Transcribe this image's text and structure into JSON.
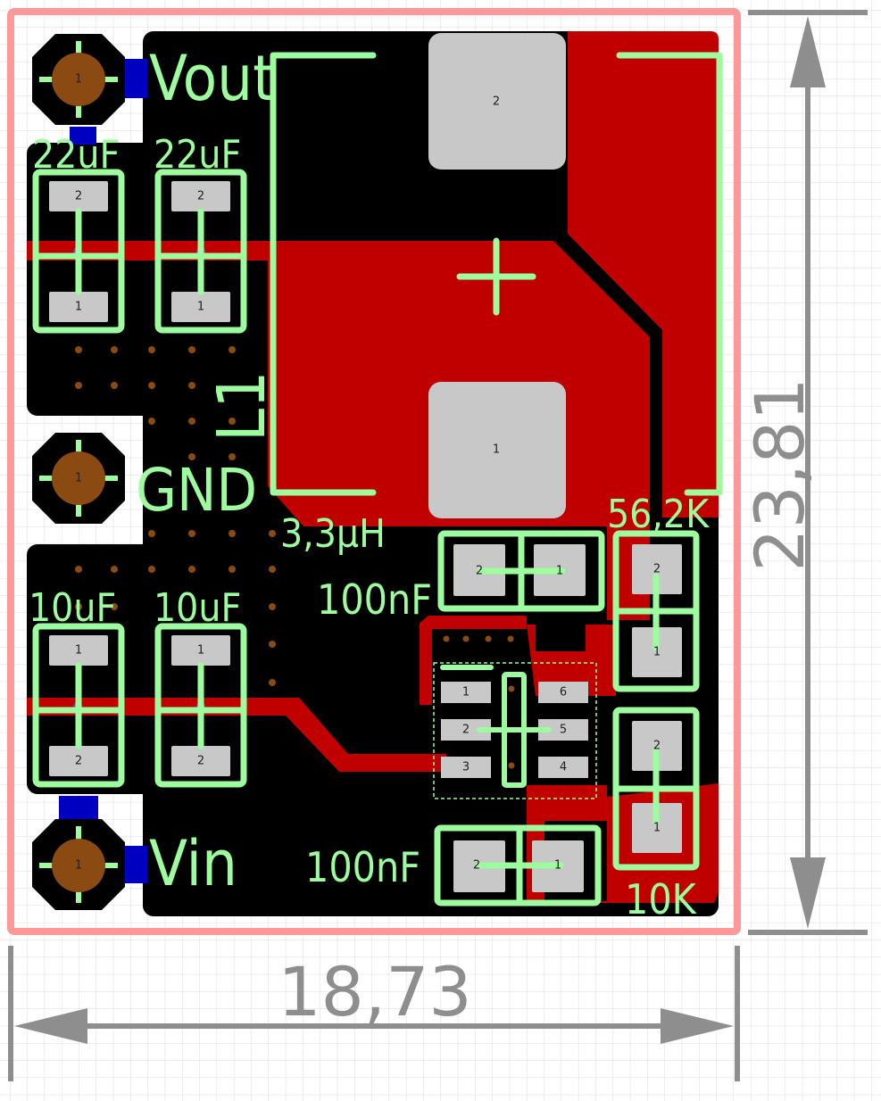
{
  "dimensions": {
    "width": "18,73",
    "height": "23,81"
  },
  "labels": {
    "vout": "Vout",
    "gnd": "GND",
    "vin": "Vin",
    "c_out_left": "22uF",
    "c_out_right": "22uF",
    "c_in_left": "10uF",
    "c_in_right": "10uF",
    "inductor_ref": "L1",
    "inductor_val": "3,3µH",
    "cap_top": "100nF",
    "cap_bottom": "100nF",
    "res_top": "56,2K",
    "res_bottom": "10K"
  },
  "pins": {
    "vout": "1",
    "gnd": "1",
    "vin": "1",
    "c1_top": "2",
    "c1_bot": "1",
    "c2_top": "2",
    "c2_bot": "1",
    "c3_top": "1",
    "c3_bot": "2",
    "c4_top": "1",
    "c4_bot": "2",
    "l1_top": "2",
    "l1_bot": "1",
    "cap_top_left": "2",
    "cap_top_right": "1",
    "cap_bot_left": "2",
    "cap_bot_right": "1",
    "res_top_top": "2",
    "res_top_bot": "1",
    "res_bot_top": "2",
    "res_bot_bot": "1",
    "ic": [
      "1",
      "2",
      "3",
      "4",
      "5",
      "6"
    ]
  },
  "colors": {
    "copper_top": "#c00000",
    "ground_fill": "#000000",
    "silkscreen": "#9dfc9d",
    "outline": "#ff9898",
    "pad": "#c8c8c8",
    "via": "#8b4a12",
    "dimension": "#8e8e8e",
    "bottom_trace": "#0000c0"
  }
}
